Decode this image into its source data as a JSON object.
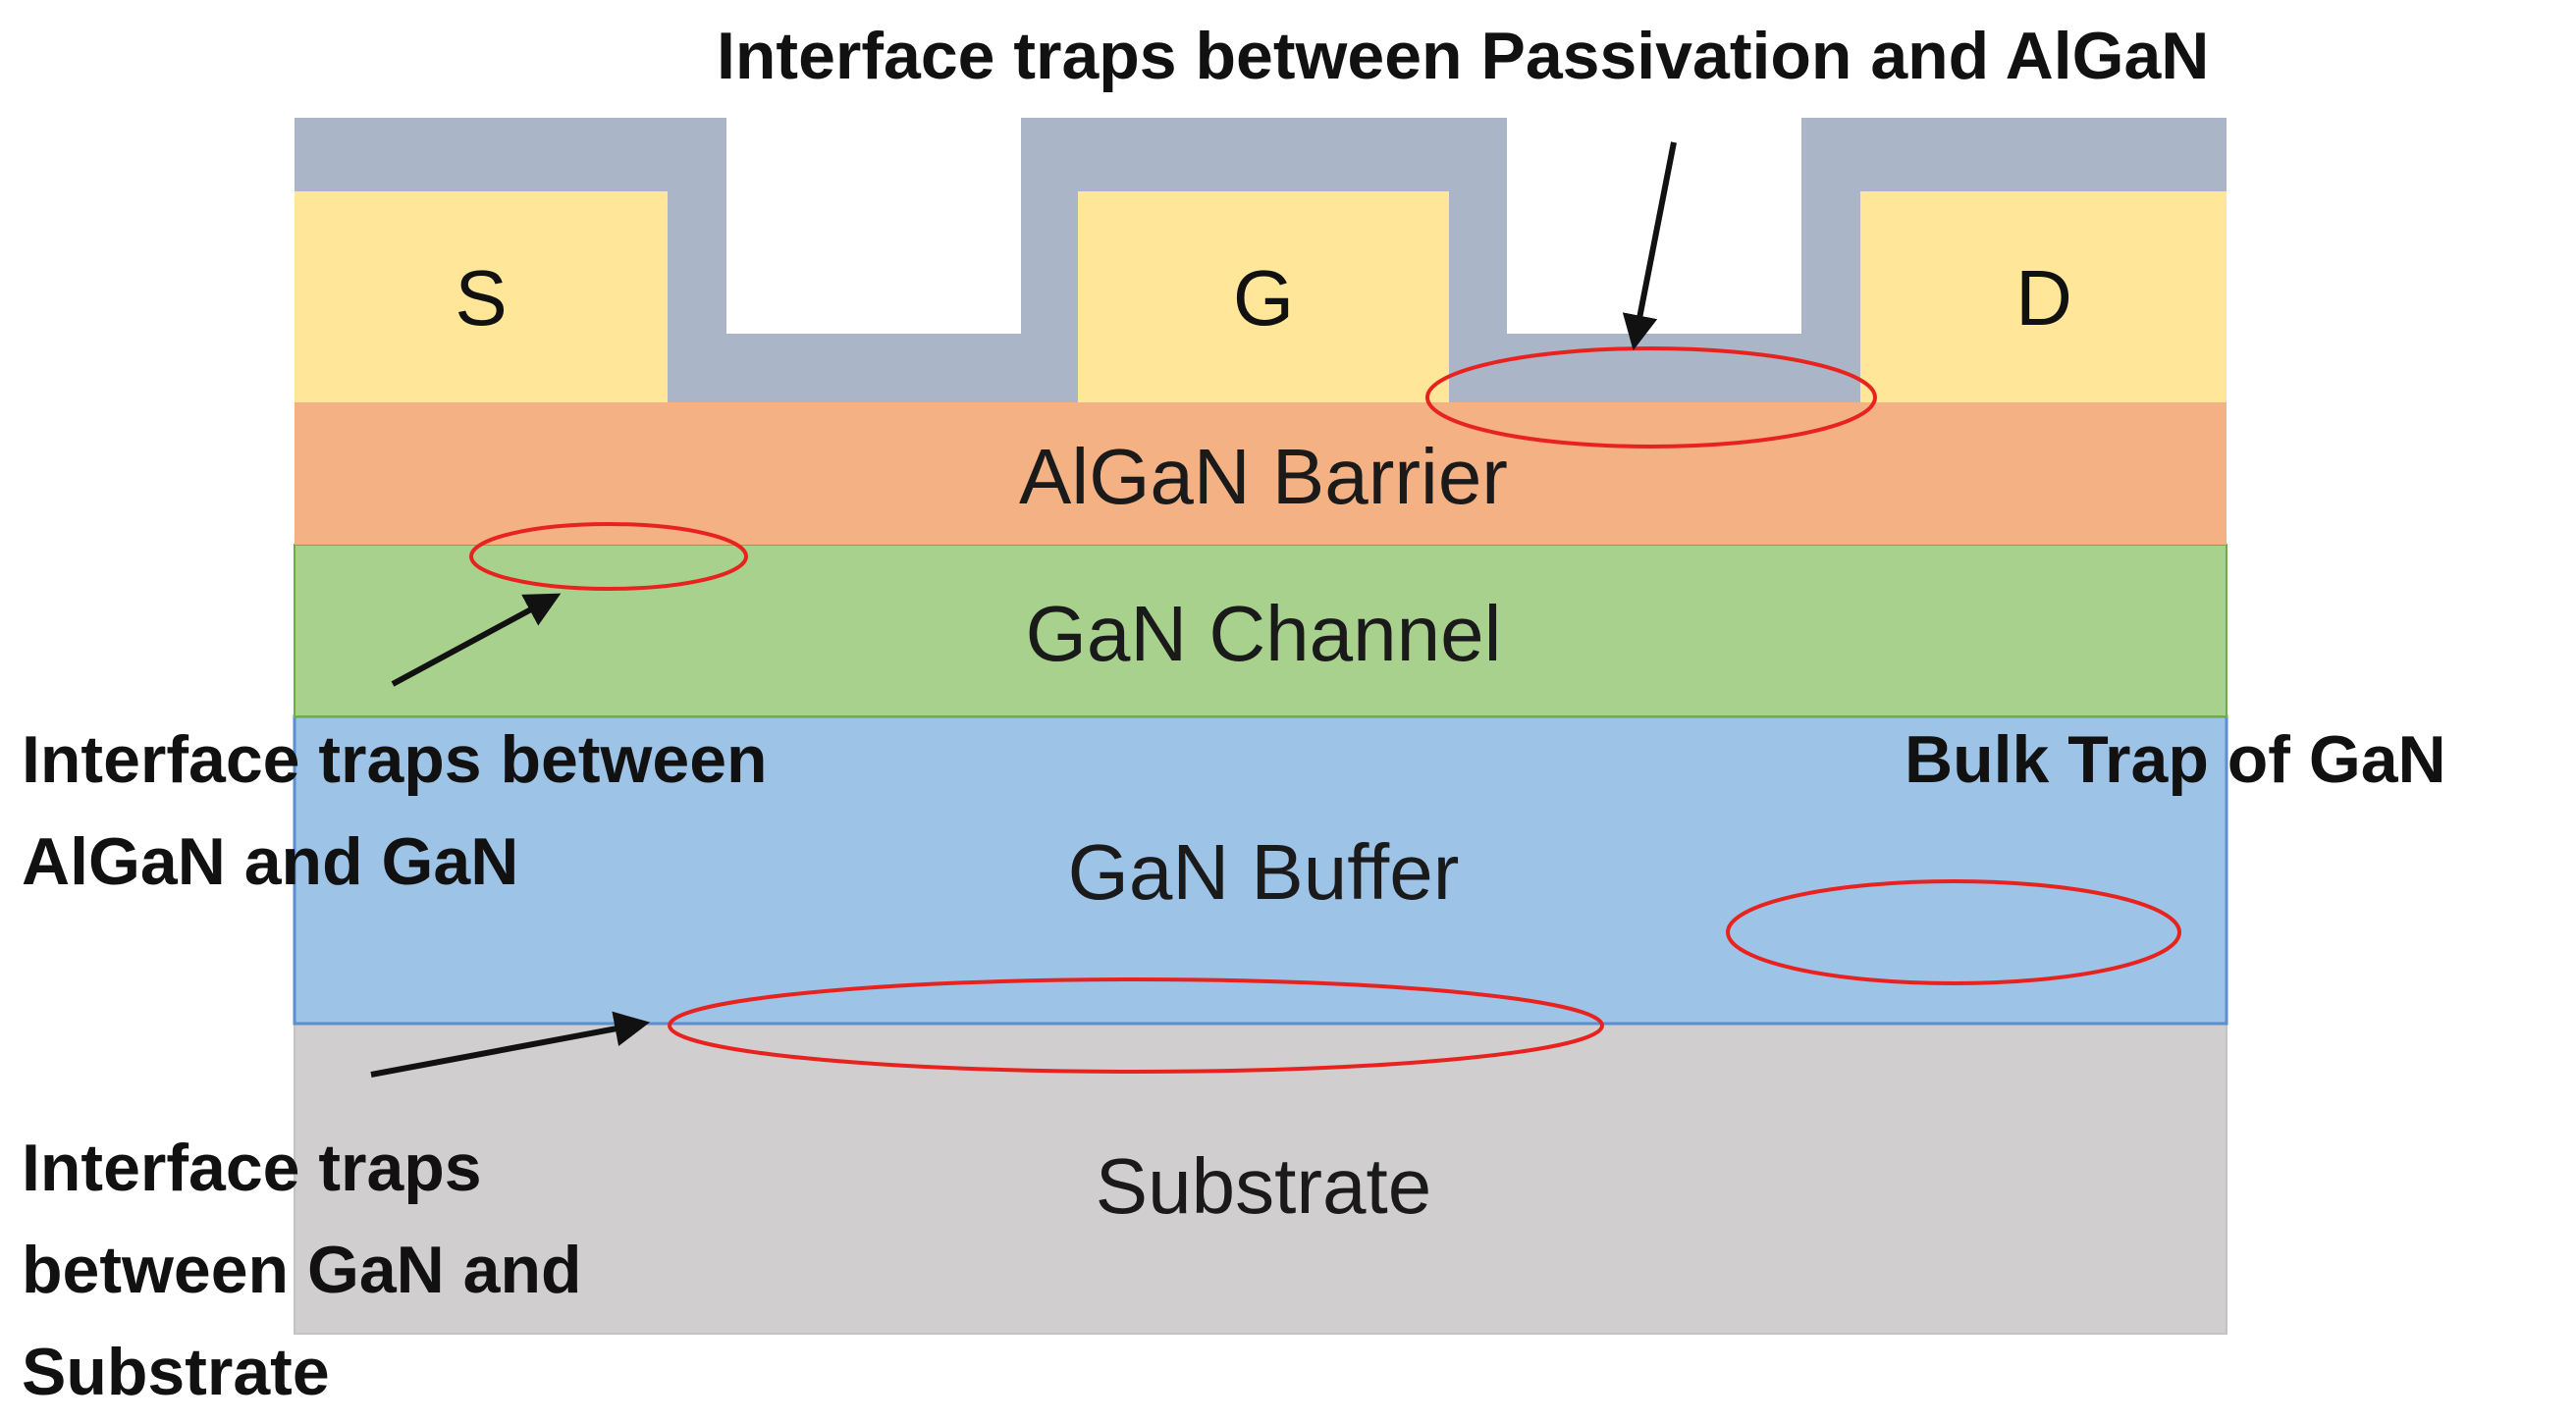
{
  "colors": {
    "passivation": "#aab5c7",
    "electrode": "#ffe699",
    "barrier": "#f4b183",
    "channel": "#a9d18e",
    "buffer": "#9dc3e6",
    "substrate": "#d0cece",
    "trap_ellipse": "#e8231f",
    "arrow": "#111111"
  },
  "electrodes": {
    "source": "S",
    "gate": "G",
    "drain": "D"
  },
  "layers": {
    "barrier": "AlGaN Barrier",
    "channel": "GaN Channel",
    "buffer": "GaN Buffer",
    "substrate": "Substrate"
  },
  "annotations": {
    "passivation_algan": "Interface traps between Passivation and AlGaN",
    "algan_gan_line1": "Interface traps between",
    "algan_gan_line2": "AlGaN and GaN",
    "bulk_trap": "Bulk Trap of GaN",
    "gan_substrate_line1": "Interface traps",
    "gan_substrate_line2": "between GaN and",
    "gan_substrate_line3": "Substrate"
  }
}
